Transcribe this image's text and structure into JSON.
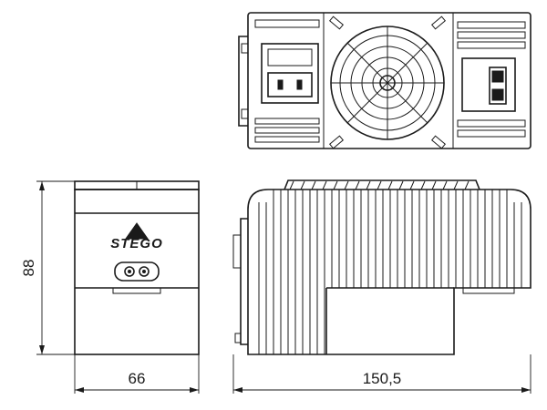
{
  "drawing": {
    "brand_logo": "STEGO",
    "dimensions": {
      "height": "88",
      "width_front": "66",
      "length_side": "150,5"
    },
    "colors": {
      "line": "#1a1a1a",
      "background": "#ffffff"
    }
  }
}
